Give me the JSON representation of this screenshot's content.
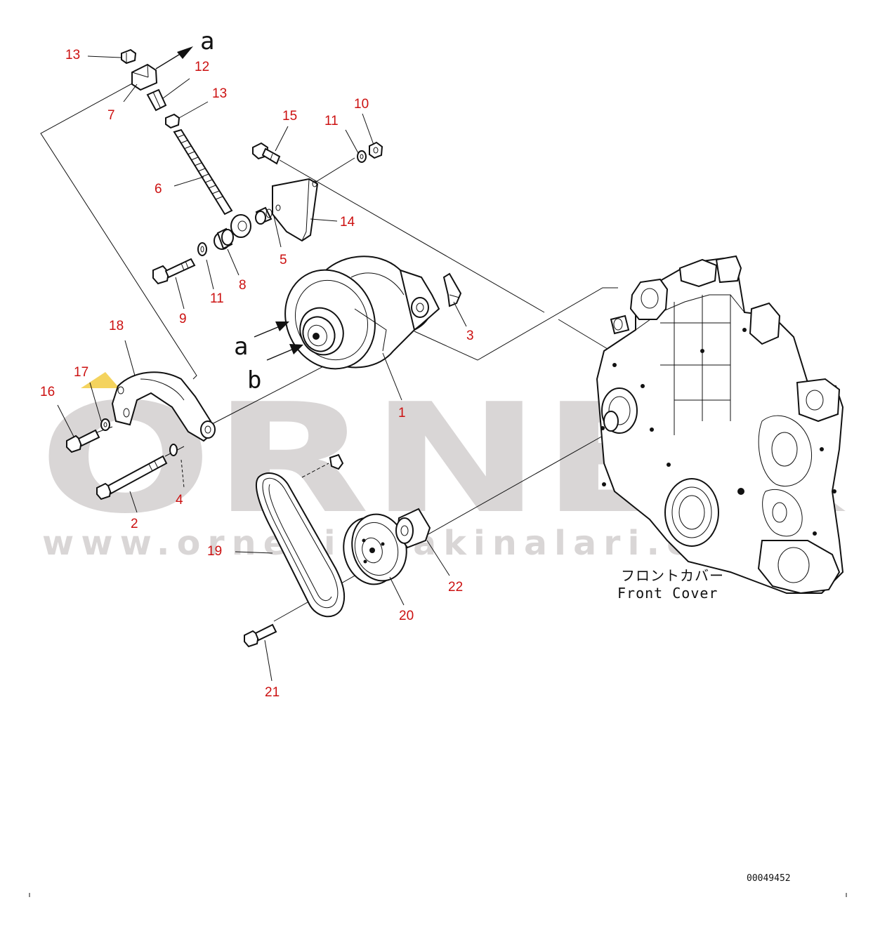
{
  "watermark": {
    "brand": "ORNEK",
    "url": "www.ornekismakinalari.com.tr",
    "colors": {
      "text": "#d9d6d6",
      "accent": "#f4d35e"
    }
  },
  "reference_letters": {
    "a": "a",
    "b": "b"
  },
  "callouts": {
    "p1": "1",
    "p2": "2",
    "p3": "3",
    "p4": "4",
    "p5": "5",
    "p6": "6",
    "p7": "7",
    "p8": "8",
    "p9": "9",
    "p10": "10",
    "p11a": "11",
    "p11b": "11",
    "p12": "12",
    "p13a": "13",
    "p13b": "13",
    "p14": "14",
    "p15": "15",
    "p16": "16",
    "p17": "17",
    "p18": "18",
    "p19": "19",
    "p20": "20",
    "p21": "21",
    "p22": "22"
  },
  "front_cover": {
    "label_jp": "フロントカバー",
    "label_en": "Front Cover"
  },
  "drawing_number": "00049452",
  "colors": {
    "callout": "#cc1111",
    "line": "#111111"
  }
}
